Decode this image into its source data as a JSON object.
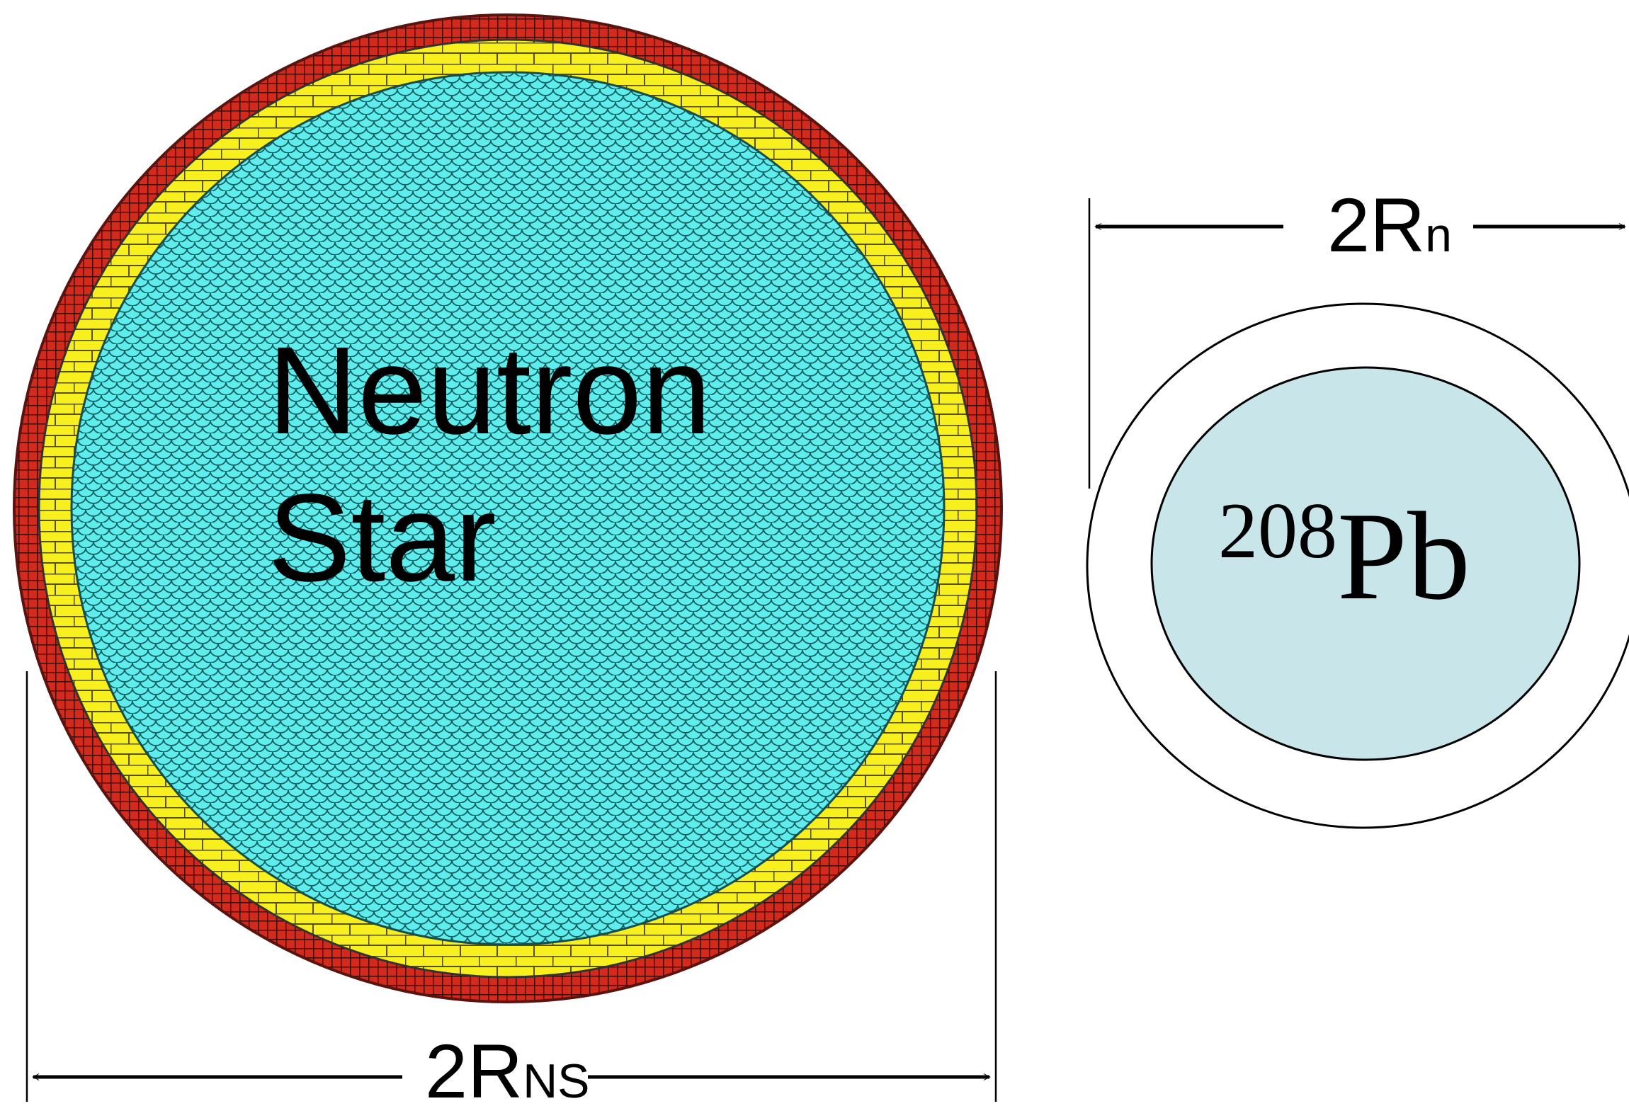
{
  "neutron_star": {
    "label_line1": "Neutron",
    "label_line2": "Star",
    "dimension_main": "2R",
    "dimension_sub": "NS",
    "colors": {
      "outer_crust": "#d42a1c",
      "crust_grid": "#3a0806",
      "inner_crust": "#f7f01e",
      "brick_lines": "#555000",
      "core": "#5feced",
      "core_scales": "#0f5f60"
    }
  },
  "nucleus": {
    "mass_number": "208",
    "element": "Pb",
    "dimension_main": "2R",
    "dimension_sub": "n",
    "colors": {
      "core": "#c8e6ea",
      "skin": "#ffffff"
    }
  }
}
